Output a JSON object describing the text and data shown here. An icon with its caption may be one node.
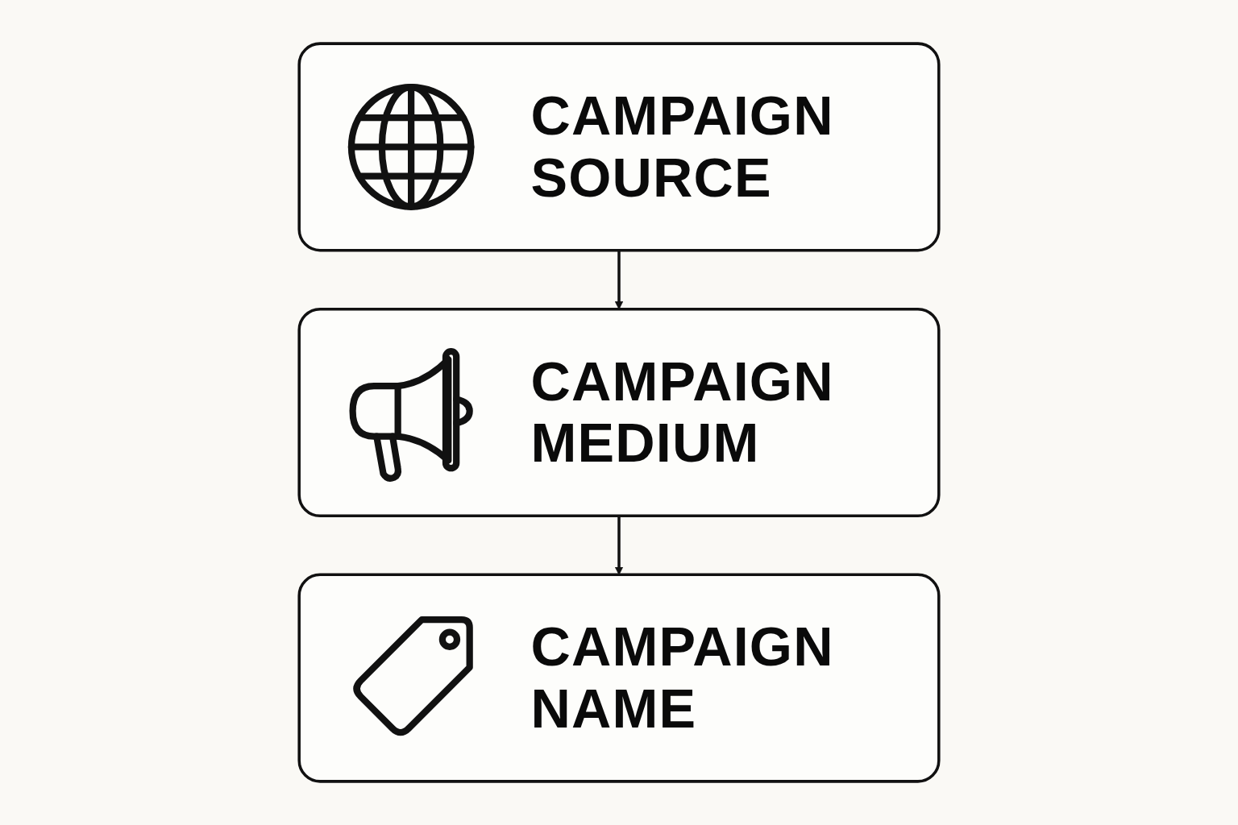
{
  "diagram": {
    "nodes": [
      {
        "text": [
          "CAMPAIGN SOURCE"
        ]
      },
      {
        "text": [
          "CAMPAIGN MEDIUM"
        ]
      },
      {
        "text": [
          "CAMPAIGN NAME"
        ]
      }
    ],
    "edges": [
      {
        "from": 0,
        "to": 1,
        "arrow": "to"
      },
      {
        "from": 1,
        "to": 2,
        "arrow": "to"
      }
    ]
  }
}
